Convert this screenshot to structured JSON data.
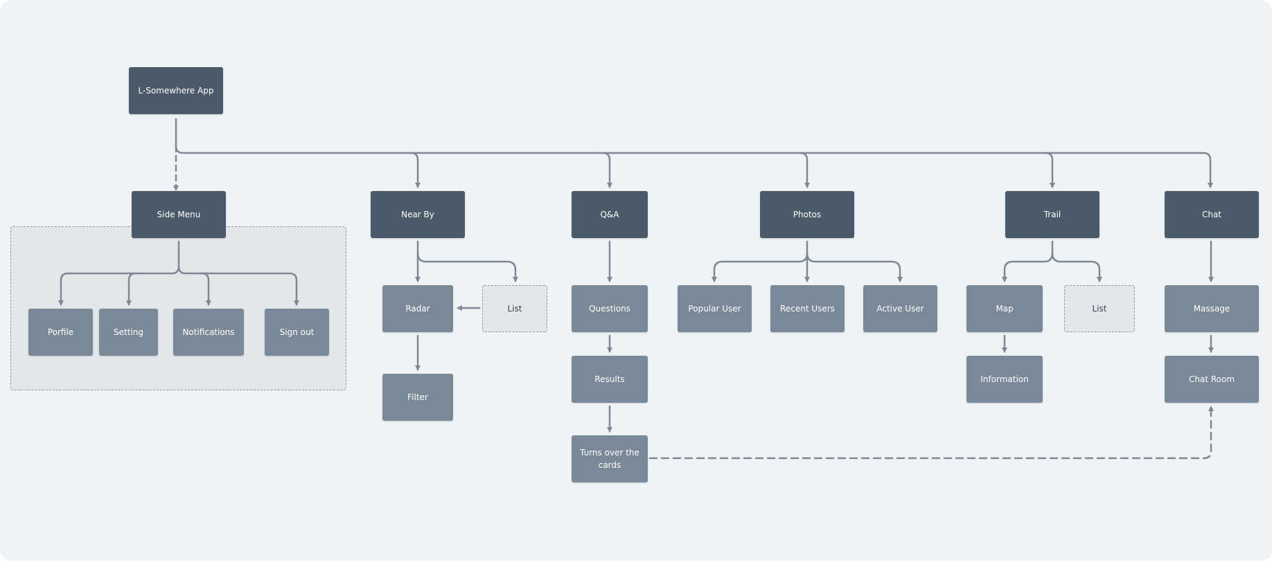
{
  "diagram": {
    "colors": {
      "background": "#eff3f6",
      "group_fill": "#e3e7ea",
      "node_primary": "#4a5a69",
      "node_secondary": "#7a8998",
      "connector": "#7d8894"
    },
    "root": {
      "label": "L-Somewhere App"
    },
    "side_menu": {
      "label": "Side Menu",
      "items": [
        {
          "label": "Porfile"
        },
        {
          "label": "Setting"
        },
        {
          "label": "Notifications"
        },
        {
          "label": "Sign out"
        }
      ]
    },
    "near_by": {
      "label": "Near By",
      "radar": "Radar",
      "list": "List",
      "filter": "Filter"
    },
    "qa": {
      "label": "Q&A",
      "questions": "Questions",
      "results": "Results",
      "cards": "Turns over the cards"
    },
    "photos": {
      "label": "Photos",
      "children": [
        {
          "label": "Popular User"
        },
        {
          "label": "Recent Users"
        },
        {
          "label": "Active User"
        }
      ]
    },
    "trail": {
      "label": "Trail",
      "map": "Map",
      "list": "List",
      "information": "Information"
    },
    "chat": {
      "label": "Chat",
      "massage": "Massage",
      "chat_room": "Chat Room"
    }
  }
}
